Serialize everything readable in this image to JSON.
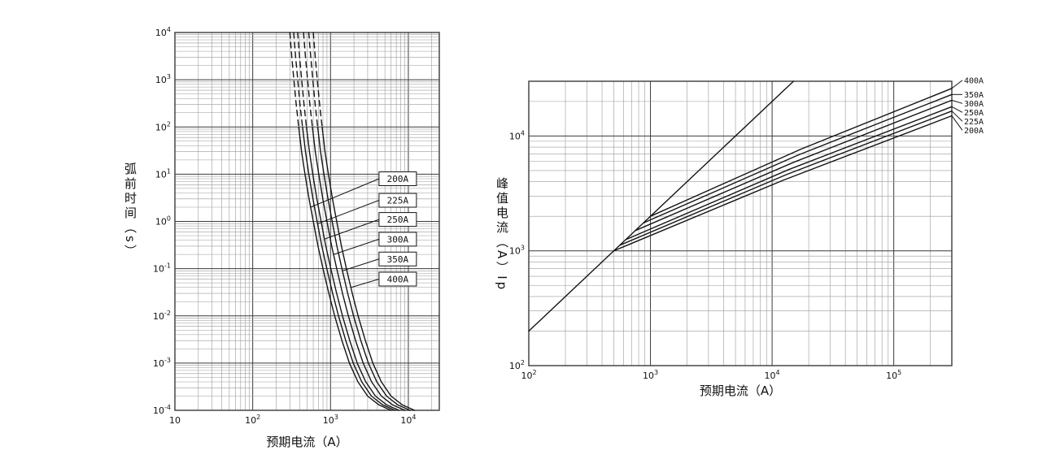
{
  "colors": {
    "line": "#141414",
    "grid_minor": "#9a9a9a",
    "grid_major": "#3a3a3a",
    "label_box_fill": "#ffffff",
    "text": "#111111",
    "background": "#ffffff"
  },
  "chart_data": [
    {
      "type": "line",
      "name": "pre-arcing-time-chart",
      "title": "",
      "xlabel": "预期电流（A）",
      "ylabel": "弧前时间（s）",
      "xscale": "log",
      "yscale": "log",
      "xlim": [
        10,
        25000
      ],
      "ylim": [
        0.0001,
        10000
      ],
      "grid": "log-minor",
      "legend_position": "inline-boxes",
      "xticks": [
        {
          "v": 10,
          "label": "10"
        },
        {
          "v": 100,
          "label": "10^2"
        },
        {
          "v": 1000,
          "label": "10^3"
        },
        {
          "v": 10000,
          "label": "10^4"
        }
      ],
      "yticks": [
        {
          "v": 10000,
          "label": "10^4"
        },
        {
          "v": 1000,
          "label": "10^3"
        },
        {
          "v": 100,
          "label": "10^2"
        },
        {
          "v": 10,
          "label": "10^1"
        },
        {
          "v": 1,
          "label": "10^0"
        },
        {
          "v": 0.1,
          "label": "10^-1"
        },
        {
          "v": 0.01,
          "label": "10^-2"
        },
        {
          "v": 0.001,
          "label": "10^-3"
        },
        {
          "v": 0.0001,
          "label": "10^-4"
        }
      ],
      "dash_above_y": 100,
      "times": [
        10000,
        3000,
        1000,
        300,
        100,
        30,
        10,
        3,
        1,
        0.3,
        0.1,
        0.03,
        0.01,
        0.003,
        0.001,
        0.0004,
        0.0002,
        0.00013,
        0.0001
      ],
      "series": [
        {
          "name": "200A",
          "I": [
            300,
            318,
            338,
            362,
            390,
            425,
            470,
            530,
            600,
            690,
            800,
            950,
            1130,
            1400,
            1750,
            2250,
            3000,
            4200,
            6000
          ]
        },
        {
          "name": "225A",
          "I": [
            336,
            356,
            379,
            405,
            437,
            476,
            526,
            594,
            672,
            773,
            896,
            1064,
            1266,
            1568,
            1960,
            2520,
            3360,
            4700,
            6720
          ]
        },
        {
          "name": "250A",
          "I": [
            378,
            401,
            426,
            456,
            491,
            536,
            592,
            668,
            756,
            869,
            1008,
            1197,
            1424,
            1764,
            2205,
            2835,
            3780,
            5290,
            7560
          ]
        },
        {
          "name": "300A",
          "I": [
            450,
            477,
            507,
            543,
            585,
            638,
            705,
            795,
            900,
            1035,
            1200,
            1425,
            1695,
            2100,
            2625,
            3375,
            4500,
            6300,
            9000
          ]
        },
        {
          "name": "350A",
          "I": [
            525,
            557,
            592,
            634,
            683,
            744,
            823,
            928,
            1050,
            1208,
            1400,
            1663,
            1978,
            2450,
            3063,
            3938,
            5250,
            7350,
            10500
          ]
        },
        {
          "name": "400A",
          "I": [
            600,
            636,
            676,
            724,
            780,
            850,
            940,
            1060,
            1200,
            1380,
            1600,
            1900,
            2260,
            2800,
            3500,
            4500,
            6000,
            8400,
            12000
          ]
        }
      ],
      "curve_labels": [
        {
          "text": "200A",
          "bx": 4200,
          "by": 8,
          "tx": 555,
          "ty": 2
        },
        {
          "text": "225A",
          "bx": 4200,
          "by": 2.8,
          "tx": 690,
          "ty": 0.9
        },
        {
          "text": "250A",
          "bx": 4200,
          "by": 1.1,
          "tx": 830,
          "ty": 0.42
        },
        {
          "text": "300A",
          "bx": 4200,
          "by": 0.42,
          "tx": 1100,
          "ty": 0.2
        },
        {
          "text": "350A",
          "bx": 4200,
          "by": 0.16,
          "tx": 1430,
          "ty": 0.09
        },
        {
          "text": "400A",
          "bx": 4200,
          "by": 0.06,
          "tx": 1840,
          "ty": 0.04
        }
      ]
    },
    {
      "type": "line",
      "name": "peak-current-chart",
      "title": "",
      "xlabel": "预期电流（A）",
      "ylabel": "峰值电流（A）Ip",
      "xscale": "log",
      "yscale": "log",
      "xlim": [
        100,
        300000
      ],
      "ylim": [
        100,
        30000
      ],
      "grid": "log-minor",
      "legend_position": "right-edge",
      "xticks": [
        {
          "v": 100,
          "label": "10^2"
        },
        {
          "v": 1000,
          "label": "10^3"
        },
        {
          "v": 10000,
          "label": "10^4"
        },
        {
          "v": 100000,
          "label": "10^5"
        }
      ],
      "yticks": [
        {
          "v": 100,
          "label": "10^2"
        },
        {
          "v": 1000,
          "label": "10^3"
        },
        {
          "v": 10000,
          "label": "10^4"
        }
      ],
      "series": [
        {
          "name": "prospective-peak-line",
          "points": [
            [
              100,
              200
            ],
            [
              15000,
              30000
            ]
          ]
        },
        {
          "name": "400A",
          "edge_label": "400A",
          "points": [
            [
              1000,
              2000
            ],
            [
              17300,
              7700
            ],
            [
              300000,
              26000
            ]
          ]
        },
        {
          "name": "350A",
          "edge_label": "350A",
          "points": [
            [
              875,
              1750
            ],
            [
              16200,
              6800
            ],
            [
              300000,
              23000
            ]
          ]
        },
        {
          "name": "300A",
          "edge_label": "300A",
          "points": [
            [
              750,
              1500
            ],
            [
              15000,
              5900
            ],
            [
              300000,
              20500
            ]
          ]
        },
        {
          "name": "250A",
          "edge_label": "250A",
          "points": [
            [
              625,
              1250
            ],
            [
              13700,
              5100
            ],
            [
              300000,
              18000
            ]
          ]
        },
        {
          "name": "225A",
          "edge_label": "225A",
          "points": [
            [
              560,
              1120
            ],
            [
              13000,
              4600
            ],
            [
              300000,
              16500
            ]
          ]
        },
        {
          "name": "200A",
          "edge_label": "200A",
          "points": [
            [
              500,
              1000
            ],
            [
              12200,
              4100
            ],
            [
              300000,
              15000
            ]
          ]
        }
      ]
    }
  ]
}
